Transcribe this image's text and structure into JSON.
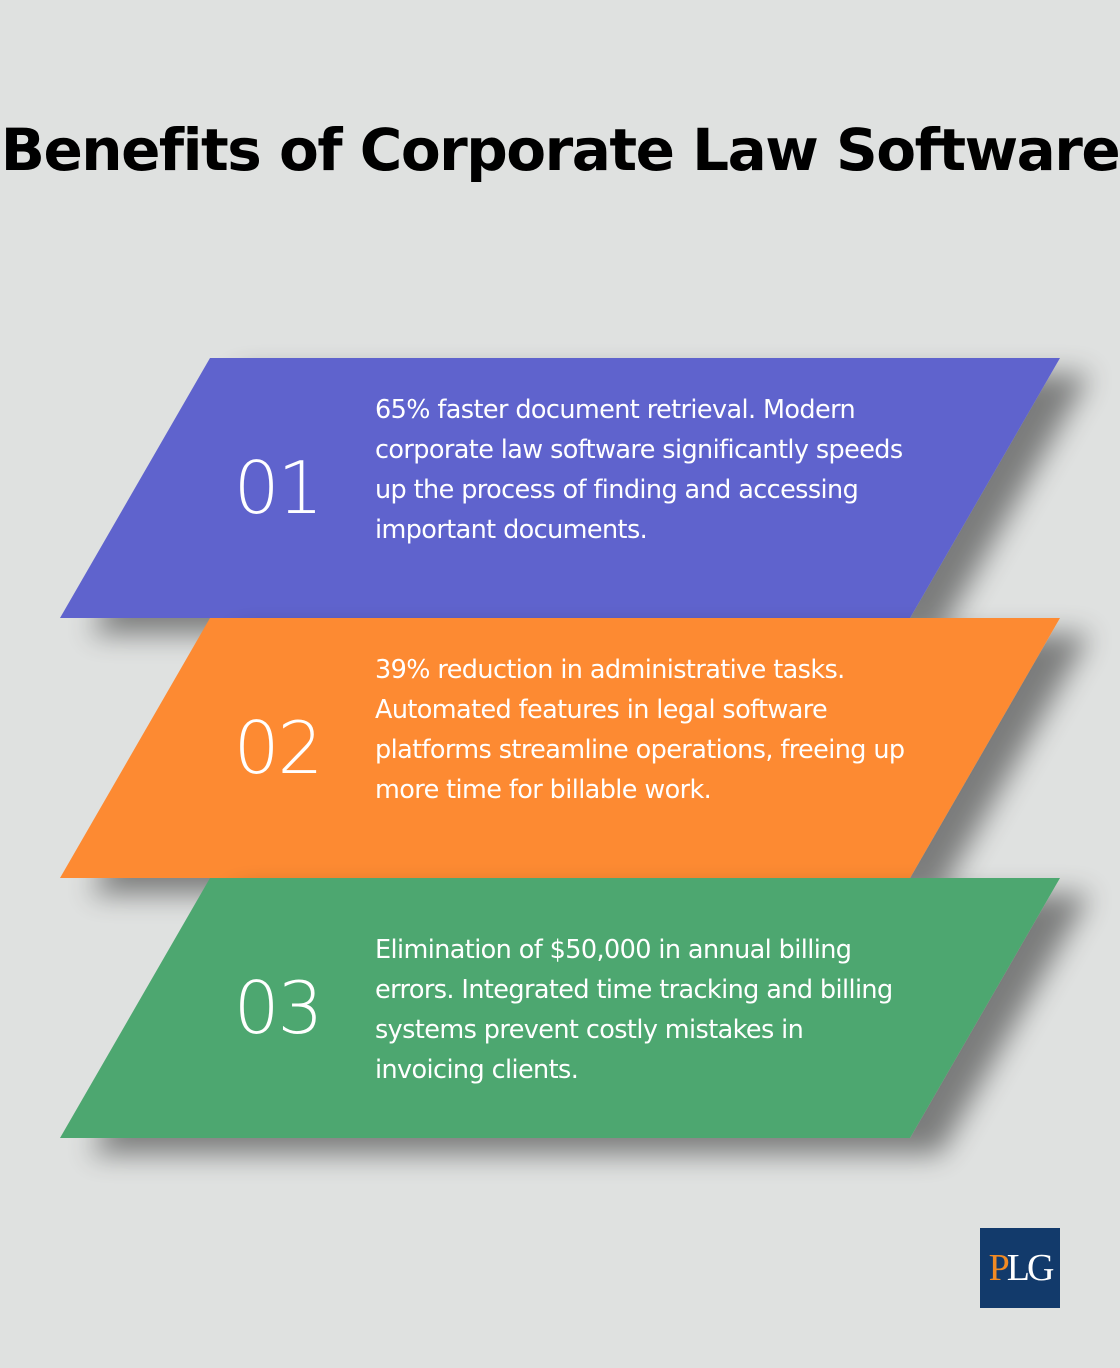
{
  "title": "Benefits of Corporate Law Software",
  "items": [
    {
      "number": "01",
      "text": "65% faster document retrieval. Modern corporate law software significantly speeds up the process of finding and accessing important documents.",
      "color": "#5f63cd"
    },
    {
      "number": "02",
      "text": "39% reduction in administrative tasks. Automated features in legal software platforms streamline operations, freeing up more time for billable work.",
      "color": "#fd8a33"
    },
    {
      "number": "03",
      "text": "Elimination of $50,000 in annual billing errors. Integrated time tracking and billing systems prevent costly mistakes in invoicing clients.",
      "color": "#4ea770"
    }
  ],
  "logo": {
    "p": "P",
    "l": "L",
    "g": "G",
    "background": "#123a6b",
    "accent": "#f08a24"
  }
}
